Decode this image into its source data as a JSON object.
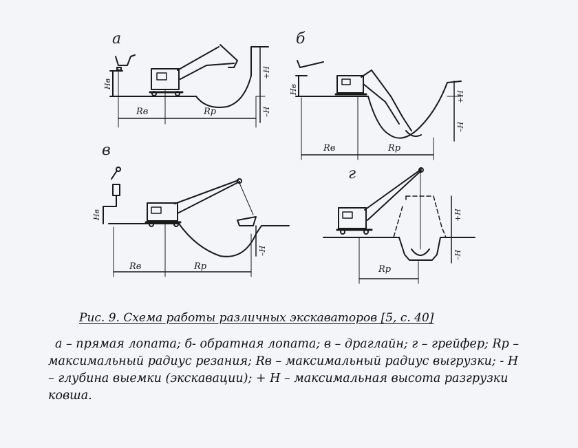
{
  "panels": {
    "a": {
      "letter": "а",
      "rv": "Rв",
      "rp": "Rр",
      "plus_h": "+H",
      "minus_h": "–H",
      "hv": "Hв"
    },
    "b": {
      "letter": "б",
      "rv": "Rв",
      "rp": "Rр",
      "plus_h": "+H",
      "minus_h": "–H",
      "hv": "Hв"
    },
    "v": {
      "letter": "в",
      "rv": "Rв",
      "rp": "Rр",
      "minus_h": "–H",
      "hv": "Hв"
    },
    "g": {
      "letter": "г",
      "rp": "Rр",
      "plus_h": "+H",
      "minus_h": "–H"
    }
  },
  "caption": "Рис. 9. Схема работы различных экскаваторов [5, с. 40]",
  "legend": "а – прямая лопата;  б- обратная лопата;  в – драглайн;  г – грейфер;  Rр – максимальный радиус резания;  Rв – максимальный радиус выгрузки;  - Н – глубина выемки (экскавации); + Н – максимальная высота разгрузки ковша.",
  "colors": {
    "ink": "#1a1a1a",
    "paper": "#f3f5f9"
  }
}
